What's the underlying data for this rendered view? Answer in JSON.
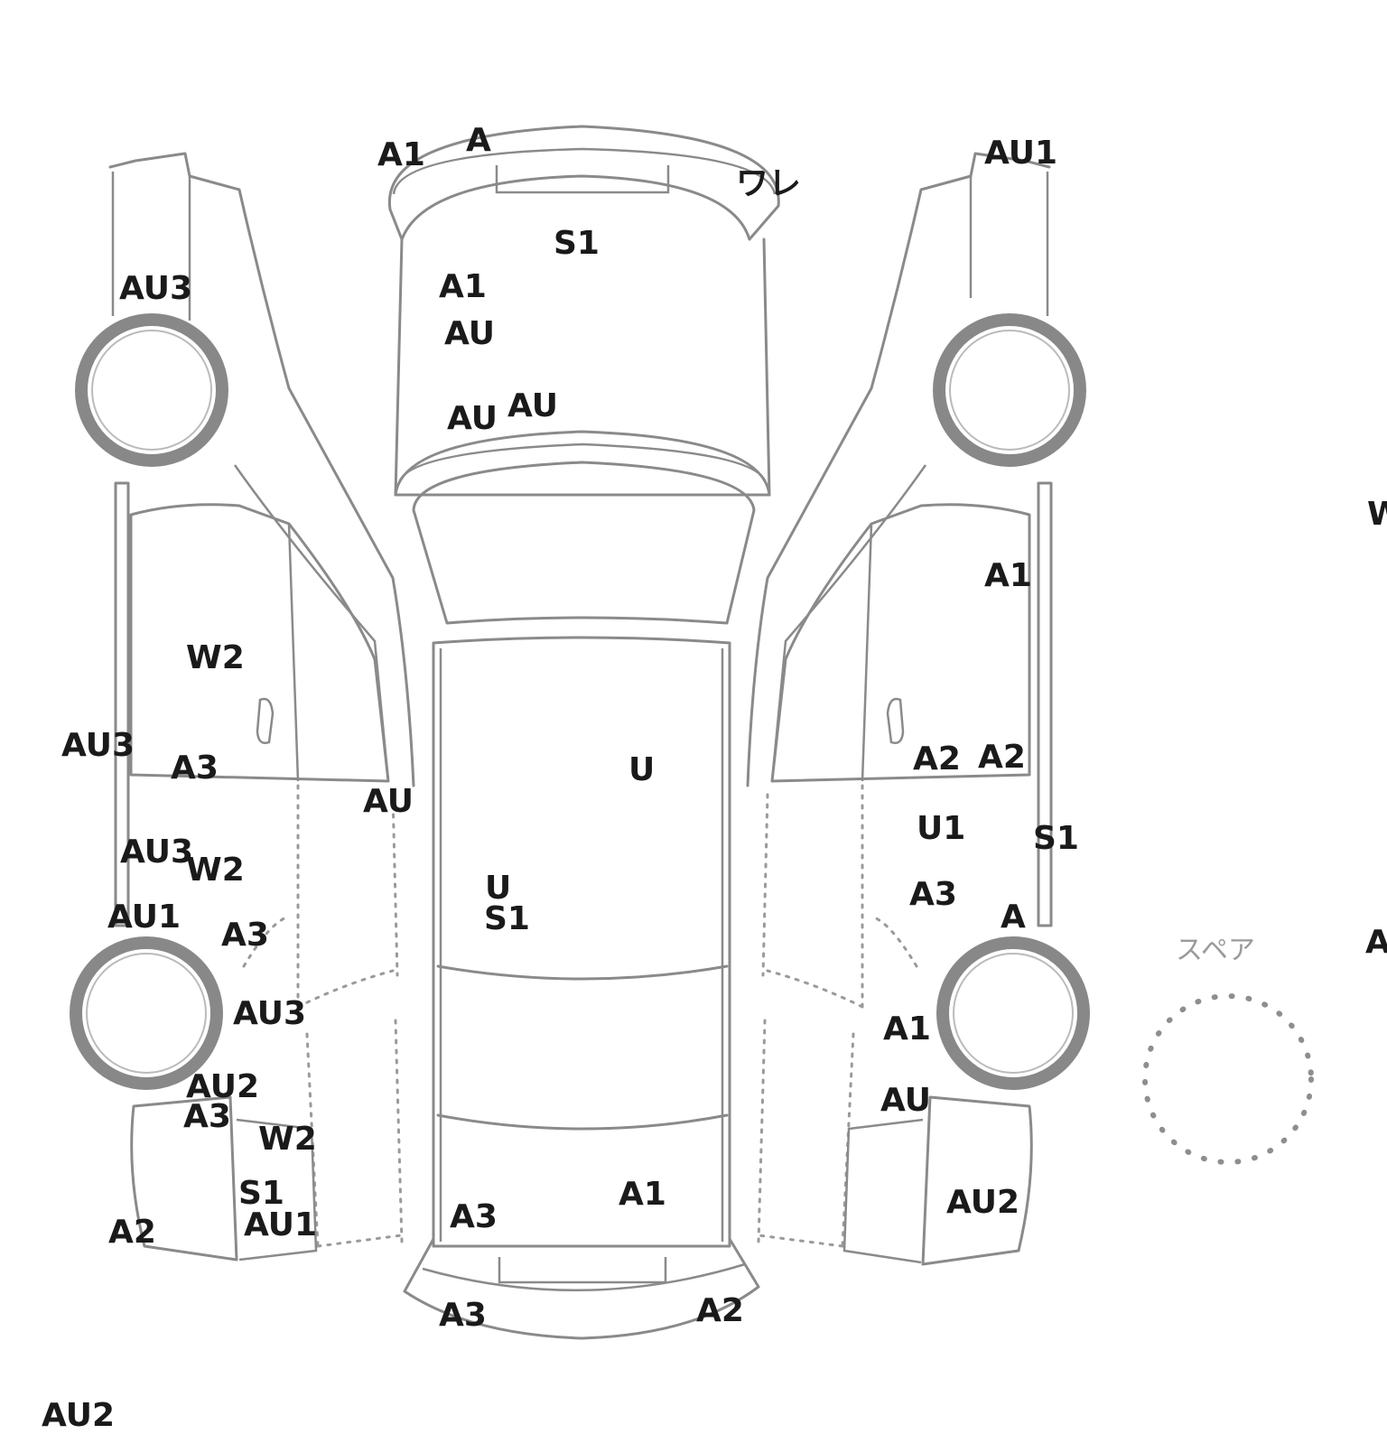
{
  "spare_label": "スペア",
  "marks": [
    {
      "id": "m01",
      "text": "A1"
    },
    {
      "id": "m02",
      "text": "A"
    },
    {
      "id": "m03",
      "text": "ワレ"
    },
    {
      "id": "m04",
      "text": "AU1"
    },
    {
      "id": "m05",
      "text": "S1"
    },
    {
      "id": "m06",
      "text": "AU3"
    },
    {
      "id": "m07",
      "text": "A1"
    },
    {
      "id": "m08",
      "text": "AU"
    },
    {
      "id": "m09",
      "text": "AU"
    },
    {
      "id": "m10",
      "text": "AU"
    },
    {
      "id": "m11",
      "text": "W"
    },
    {
      "id": "m12",
      "text": "A1"
    },
    {
      "id": "m13",
      "text": "W2"
    },
    {
      "id": "m14",
      "text": "AU3"
    },
    {
      "id": "m15",
      "text": "A3"
    },
    {
      "id": "m16",
      "text": "U"
    },
    {
      "id": "m17",
      "text": "A2"
    },
    {
      "id": "m18",
      "text": "A2"
    },
    {
      "id": "m19",
      "text": "AU"
    },
    {
      "id": "m20",
      "text": "U1"
    },
    {
      "id": "m21",
      "text": "S1"
    },
    {
      "id": "m22",
      "text": "AU3"
    },
    {
      "id": "m23",
      "text": "W2"
    },
    {
      "id": "m24",
      "text": "U"
    },
    {
      "id": "m25",
      "text": "A3"
    },
    {
      "id": "m26",
      "text": "AU1"
    },
    {
      "id": "m27",
      "text": "S1"
    },
    {
      "id": "m28",
      "text": "A"
    },
    {
      "id": "m29",
      "text": "A3"
    },
    {
      "id": "m30",
      "text": "A"
    },
    {
      "id": "m31",
      "text": "AU3"
    },
    {
      "id": "m32",
      "text": "A1"
    },
    {
      "id": "m33",
      "text": "AU2"
    },
    {
      "id": "m34",
      "text": "A3"
    },
    {
      "id": "m35",
      "text": "AU"
    },
    {
      "id": "m36",
      "text": "W2"
    },
    {
      "id": "m37",
      "text": "A1"
    },
    {
      "id": "m38",
      "text": "S1"
    },
    {
      "id": "m39",
      "text": "AU2"
    },
    {
      "id": "m40",
      "text": "A2"
    },
    {
      "id": "m41",
      "text": "AU1"
    },
    {
      "id": "m42",
      "text": "A3"
    },
    {
      "id": "m43",
      "text": "A3"
    },
    {
      "id": "m44",
      "text": "A2"
    },
    {
      "id": "m45",
      "text": "AU2"
    }
  ]
}
